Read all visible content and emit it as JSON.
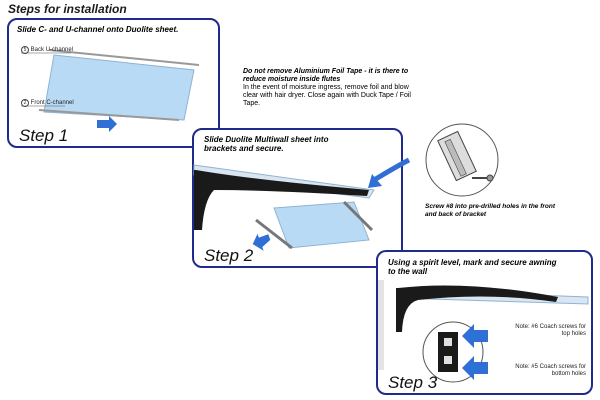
{
  "heading": "Steps for installation",
  "step1": {
    "title": "Slide C- and U-channel onto Duolite sheet.",
    "back_label": "Back U-channel",
    "back_num": "5",
    "front_label": "Front C-channel",
    "front_num": "2",
    "step_label": "Step 1"
  },
  "note": {
    "bold": "Do not remove Aluminium Foil Tape - it is there to reduce moisture inside flutes",
    "normal": "In the event of moisture ingress, remove foil and blow clear with hair dryer. Close again with Duck Tape / Foil Tape."
  },
  "step2": {
    "title": "Slide Duolite Multiwall sheet into brackets and secure.",
    "screw_note": "Screw #8 into pre-drilled holes in the front and back of bracket",
    "step_label": "Step 2"
  },
  "step3": {
    "title": "Using a spirit level, mark and secure awning to the wall",
    "note_top": "Note: #6 Coach screws for top holes",
    "note_bottom": "Note: #5 Coach screws for bottom holes",
    "step_label": "Step 3"
  },
  "colors": {
    "frame": "#1f2a8c",
    "sheet": "#b9daf4",
    "arrow": "#2f6fd6",
    "bracket": "#1a1a1a"
  }
}
